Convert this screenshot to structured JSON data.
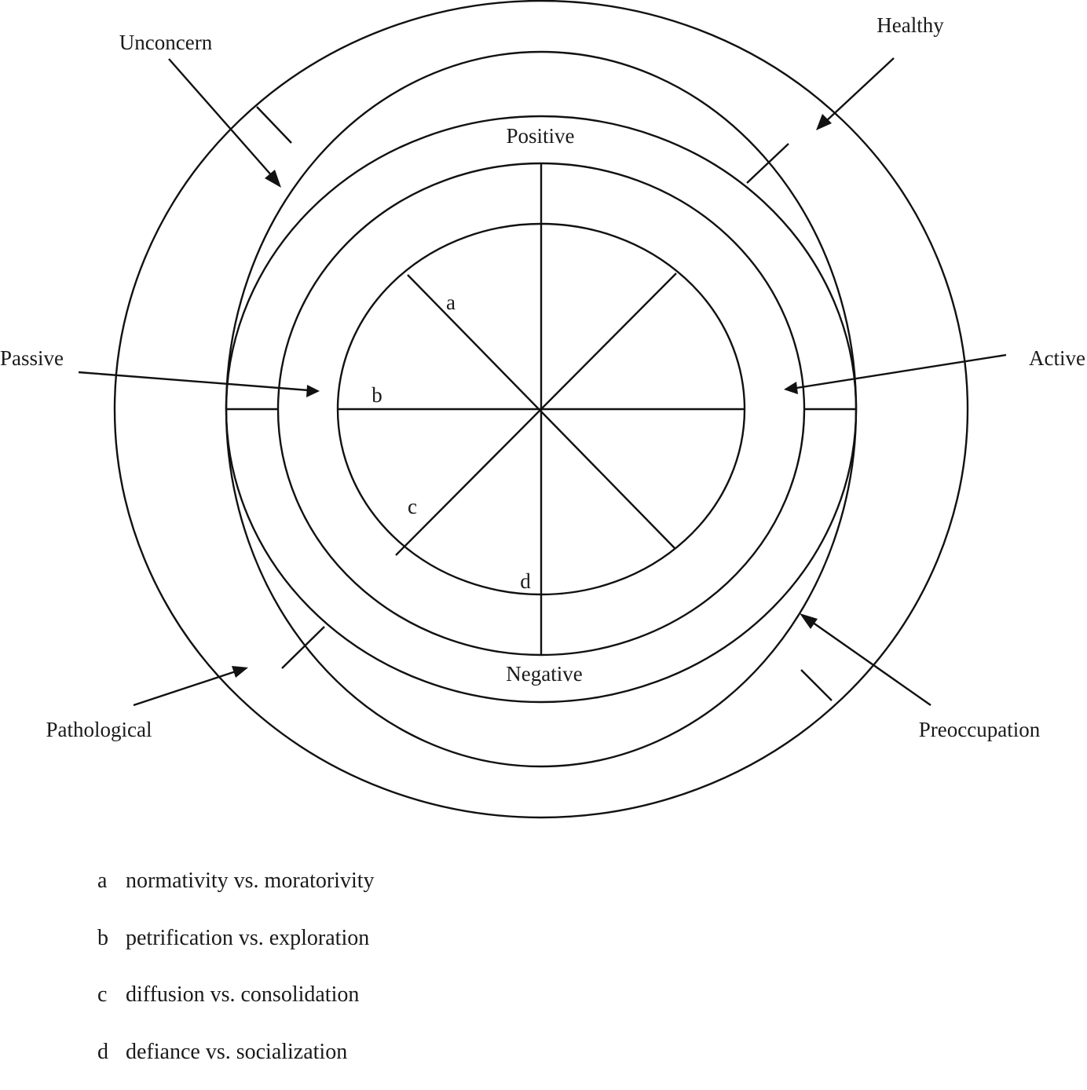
{
  "colors": {
    "stroke": "#111111",
    "background": "#ffffff",
    "text": "#1a1a1a"
  },
  "labels": {
    "positive": "Positive",
    "negative": "Negative",
    "passive": "Passive",
    "active": "Active",
    "unconcern": "Unconcern",
    "healthy": "Healthy",
    "pathological": "Pathological",
    "preoccupation": "Preoccupation"
  },
  "axis_letters": {
    "a": "a",
    "b": "b",
    "c": "c",
    "d": "d"
  },
  "legend": [
    {
      "key": "a",
      "text": "normativity vs. moratorivity"
    },
    {
      "key": "b",
      "text": "petrification vs. exploration"
    },
    {
      "key": "c",
      "text": "diffusion vs. consolidation"
    },
    {
      "key": "d",
      "text": "defiance vs. socialization"
    }
  ]
}
